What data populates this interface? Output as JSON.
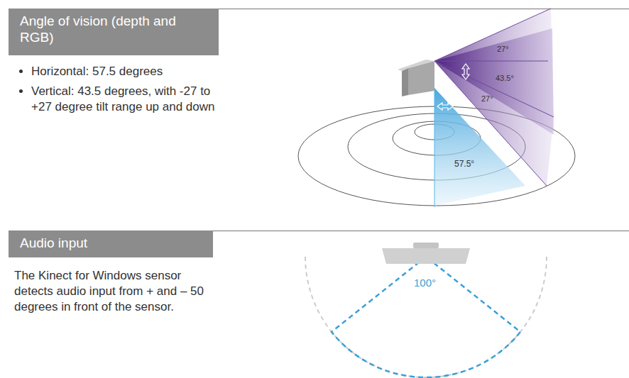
{
  "diagram": {
    "nodes": [
      {
        "text": [
          "Angle of vision (depth and RGB)"
        ]
      },
      {
        "text": [
          "Audio input"
        ]
      }
    ],
    "labels": [
      "Horizontal: 57.5 degrees",
      "Vertical: 43.5 degrees, with -27 to +27 degree tilt range up and down",
      "27°",
      "43.5°",
      "27°",
      "57.5°",
      "The Kinect for Windows sensor detects audio input from + and – 50 degrees in front of the sensor.",
      "100°"
    ]
  }
}
